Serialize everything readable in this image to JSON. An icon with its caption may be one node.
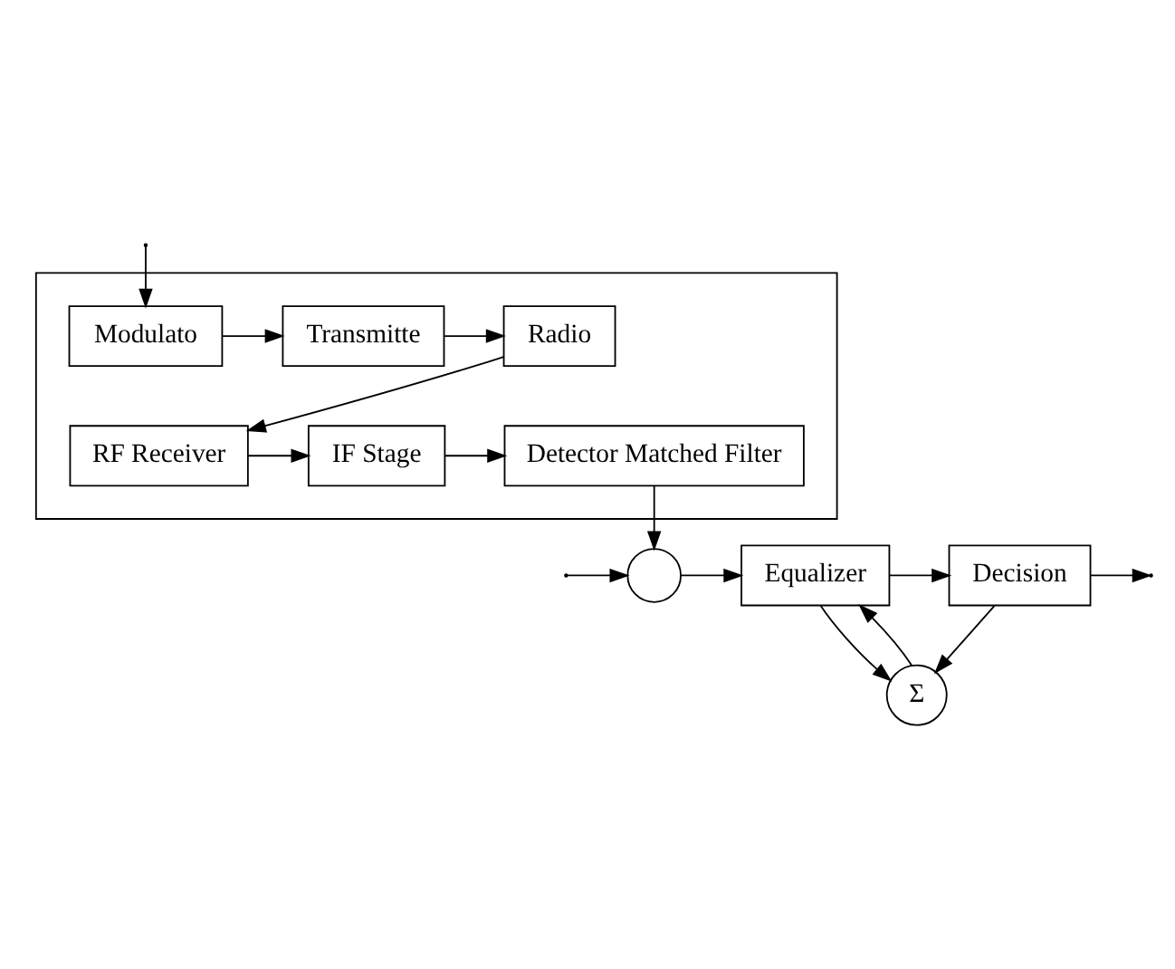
{
  "diagram": {
    "nodes": [
      {
        "text": [],
        "shape": "box"
      },
      {
        "text": [
          "Modulato"
        ],
        "in": 0
      },
      {
        "text": [
          "Transmitte"
        ],
        "in": 0
      },
      {
        "text": [
          "Radio"
        ],
        "in": 0
      },
      {
        "text": [
          "RF Receiver"
        ],
        "in": 0
      },
      {
        "text": [
          "IF Stage"
        ],
        "in": 0
      },
      {
        "text": [
          "Detector Matched Filter"
        ],
        "in": 0
      },
      {
        "text": [],
        "shape": "circle"
      },
      {
        "text": [
          "Equalizer"
        ]
      },
      {
        "text": [
          "Decision"
        ]
      },
      {
        "text": [
          "Σ"
        ]
      }
    ],
    "edges": [
      {
        "from": null,
        "to": 1,
        "arrow": "to"
      },
      {
        "from": 1,
        "to": 2,
        "arrow": "to"
      },
      {
        "from": 2,
        "to": 3,
        "arrow": "to"
      },
      {
        "from": 3,
        "to": 4,
        "arrow": "to"
      },
      {
        "from": 4,
        "to": 5,
        "arrow": "to"
      },
      {
        "from": 5,
        "to": 6,
        "arrow": "to"
      },
      {
        "from": 6,
        "to": 7,
        "arrow": "to"
      },
      {
        "from": null,
        "to": 7,
        "arrow": "to"
      },
      {
        "from": 7,
        "to": 8,
        "arrow": "to"
      },
      {
        "from": 8,
        "to": 9,
        "arrow": "to"
      },
      {
        "from": 9,
        "to": null,
        "arrow": "to"
      },
      {
        "from": 8,
        "to": 10,
        "arrow": "to"
      },
      {
        "from": 9,
        "to": 10,
        "arrow": "to"
      },
      {
        "from": 10,
        "to": 8,
        "arrow": "to"
      }
    ]
  }
}
